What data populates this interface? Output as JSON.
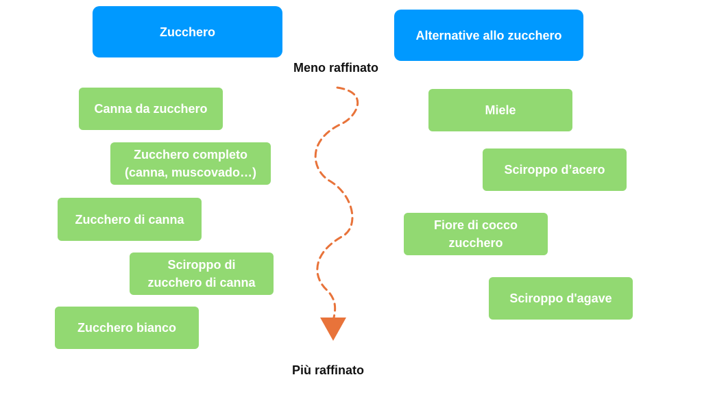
{
  "headers": {
    "left": "Zucchero",
    "right": "Alternative allo zucchero"
  },
  "axis": {
    "top": "Meno raffinato",
    "bottom": "Più raffinato"
  },
  "left_items": [
    "Canna da zucchero",
    "Zucchero completo (canna, muscovado…)",
    "Zucchero di canna",
    "Sciroppo di zucchero di canna",
    "Zucchero bianco"
  ],
  "right_items": [
    "Miele",
    "Sciroppo d’acero",
    "Fiore di cocco zucchero",
    "Sciroppo d'agave"
  ],
  "colors": {
    "header": "#0099ff",
    "item": "#92d972",
    "arrow": "#e8733a"
  }
}
